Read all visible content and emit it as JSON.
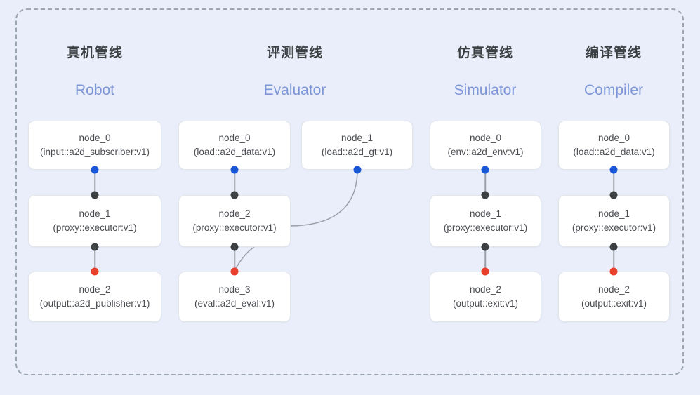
{
  "diagram": {
    "title": "pipeline-node-graph",
    "background_color": "#e9eefa",
    "frame_border_color": "#9ba5b3",
    "port_colors": {
      "input_blue": "#1a56d6",
      "internal_dark": "#3c4043",
      "output_red": "#e8402a"
    },
    "edge_color": "#9aa0a8"
  },
  "columns": [
    {
      "cn_title": "真机管线",
      "en_title": "Robot",
      "nodes": [
        {
          "name": "node_0",
          "spec": "(input::a2d_subscriber:v1)"
        },
        {
          "name": "node_1",
          "spec": "(proxy::executor:v1)"
        },
        {
          "name": "node_2",
          "spec": "(output::a2d_publisher:v1)"
        }
      ]
    },
    {
      "cn_title": "评测管线",
      "en_title": "Evaluator",
      "nodes": [
        {
          "name": "node_0",
          "spec": "(load::a2d_data:v1)"
        },
        {
          "name": "node_1",
          "spec": "(load::a2d_gt:v1)"
        },
        {
          "name": "node_2",
          "spec": "(proxy::executor:v1)"
        },
        {
          "name": "node_3",
          "spec": "(eval::a2d_eval:v1)"
        }
      ]
    },
    {
      "cn_title": "仿真管线",
      "en_title": "Simulator",
      "nodes": [
        {
          "name": "node_0",
          "spec": "(env::a2d_env:v1)"
        },
        {
          "name": "node_1",
          "spec": "(proxy::executor:v1)"
        },
        {
          "name": "node_2",
          "spec": "(output::exit:v1)"
        }
      ]
    },
    {
      "cn_title": "编译管线",
      "en_title": "Compiler",
      "nodes": [
        {
          "name": "node_0",
          "spec": "(load::a2d_data:v1)"
        },
        {
          "name": "node_1",
          "spec": "(proxy::executor:v1)"
        },
        {
          "name": "node_2",
          "spec": "(output::exit:v1)"
        }
      ]
    }
  ]
}
